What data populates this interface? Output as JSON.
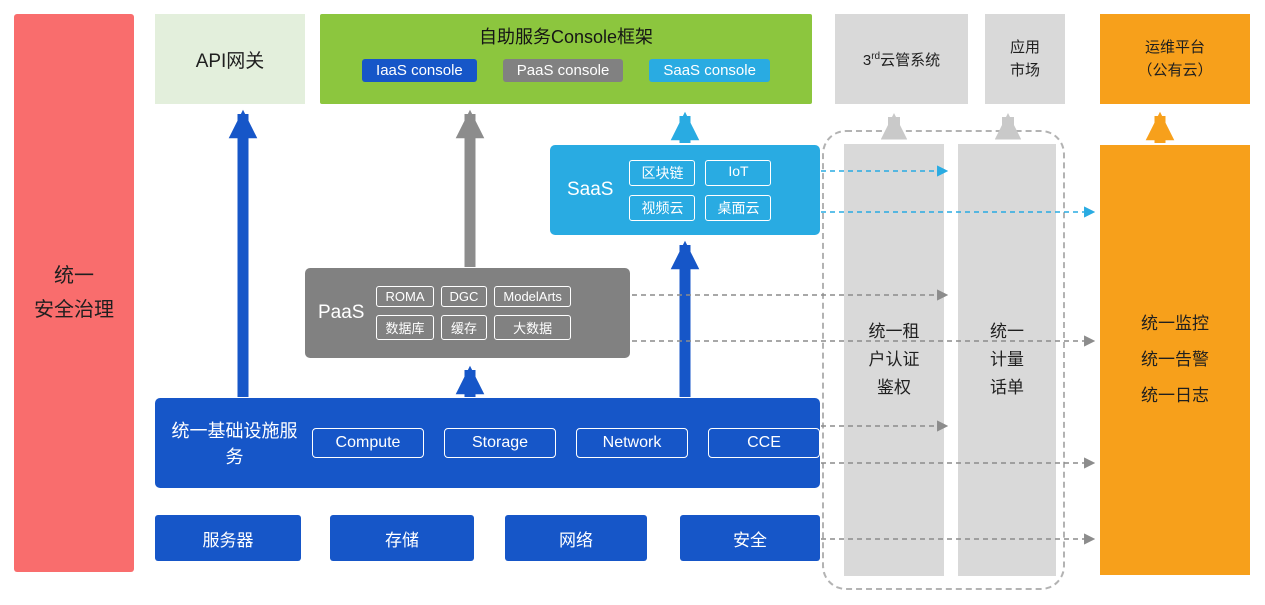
{
  "security_bar": {
    "label": "统一\n安全治理"
  },
  "api_gateway": {
    "label": "API网关"
  },
  "console_framework": {
    "title": "自助服务Console框架",
    "consoles": [
      {
        "label": "IaaS console"
      },
      {
        "label": "PaaS console"
      },
      {
        "label": "SaaS console"
      }
    ]
  },
  "third_party_cloud": {
    "prefix": "3",
    "superscript": "rd",
    "suffix": "云管系统"
  },
  "app_market": {
    "label": "应用\n市场"
  },
  "om_platform": {
    "label": "运维平台\n（公有云）"
  },
  "saas": {
    "label": "SaaS",
    "items": [
      "区块链",
      "IoT",
      "视频云",
      "桌面云"
    ]
  },
  "paas": {
    "label": "PaaS",
    "items": [
      "ROMA",
      "DGC",
      "ModelArts",
      "数据库",
      "缓存",
      "大数据"
    ]
  },
  "infrastructure": {
    "label": "统一基础设施服务",
    "items": [
      "Compute",
      "Storage",
      "Network",
      "CCE"
    ]
  },
  "resource_row": {
    "items": [
      "服务器",
      "存储",
      "网络",
      "安全"
    ]
  },
  "auth_bar": {
    "label": "统一租\n户认证\n鉴权"
  },
  "metering_bar": {
    "label": "统一\n计量\n话单"
  },
  "monitoring_bar": {
    "label": "统一监控\n统一告警\n统一日志"
  },
  "colors": {
    "red": "#F96D6D",
    "light_green": "#E3EFDC",
    "green": "#8CC63E",
    "blue": "#1656C8",
    "gray": "#818181",
    "cyan": "#29ABE2",
    "light_gray": "#D9D9D9",
    "orange": "#F7A01B"
  }
}
